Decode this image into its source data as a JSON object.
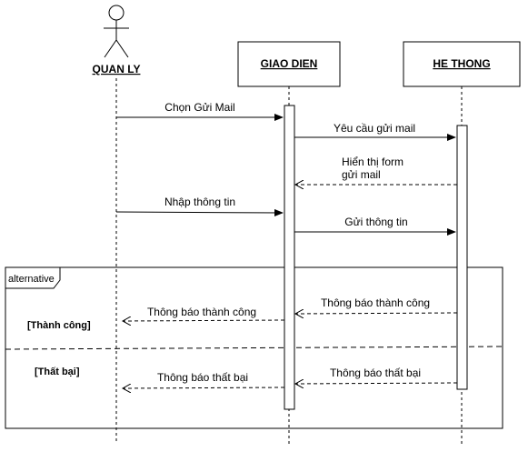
{
  "actor": {
    "name": "QUAN LY"
  },
  "participants": [
    {
      "name": "GIAO DIEN"
    },
    {
      "name": "HE THONG"
    }
  ],
  "messages": [
    {
      "text": "Chọn Gửi Mail",
      "from": "QUAN LY",
      "to": "GIAO DIEN",
      "style": "solid"
    },
    {
      "text": "Yêu cầu gửi mail",
      "from": "GIAO DIEN",
      "to": "HE THONG",
      "style": "solid"
    },
    {
      "lines": [
        "Hiển thị form",
        "gửi mail"
      ],
      "from": "HE THONG",
      "to": "GIAO DIEN",
      "style": "dashed"
    },
    {
      "text": "Nhập thông tin",
      "from": "QUAN LY",
      "to": "GIAO DIEN",
      "style": "solid"
    },
    {
      "text": "Gửi thông tin",
      "from": "GIAO DIEN",
      "to": "HE THONG",
      "style": "solid"
    }
  ],
  "fragment": {
    "label": "alternative",
    "branches": [
      {
        "guard": "[Thành công]",
        "messages": [
          {
            "text": "Thông báo thành công",
            "from": "HE THONG",
            "to": "GIAO DIEN",
            "style": "dashed"
          },
          {
            "text": "Thông báo thành công",
            "from": "GIAO DIEN",
            "to": "QUAN LY",
            "style": "dashed"
          }
        ]
      },
      {
        "guard": "[Thất bại]",
        "messages": [
          {
            "text": "Thông báo thất bại",
            "from": "HE THONG",
            "to": "GIAO DIEN",
            "style": "dashed"
          },
          {
            "text": "Thông báo thất bại",
            "from": "GIAO DIEN",
            "to": "QUAN LY",
            "style": "dashed"
          }
        ]
      }
    ]
  }
}
